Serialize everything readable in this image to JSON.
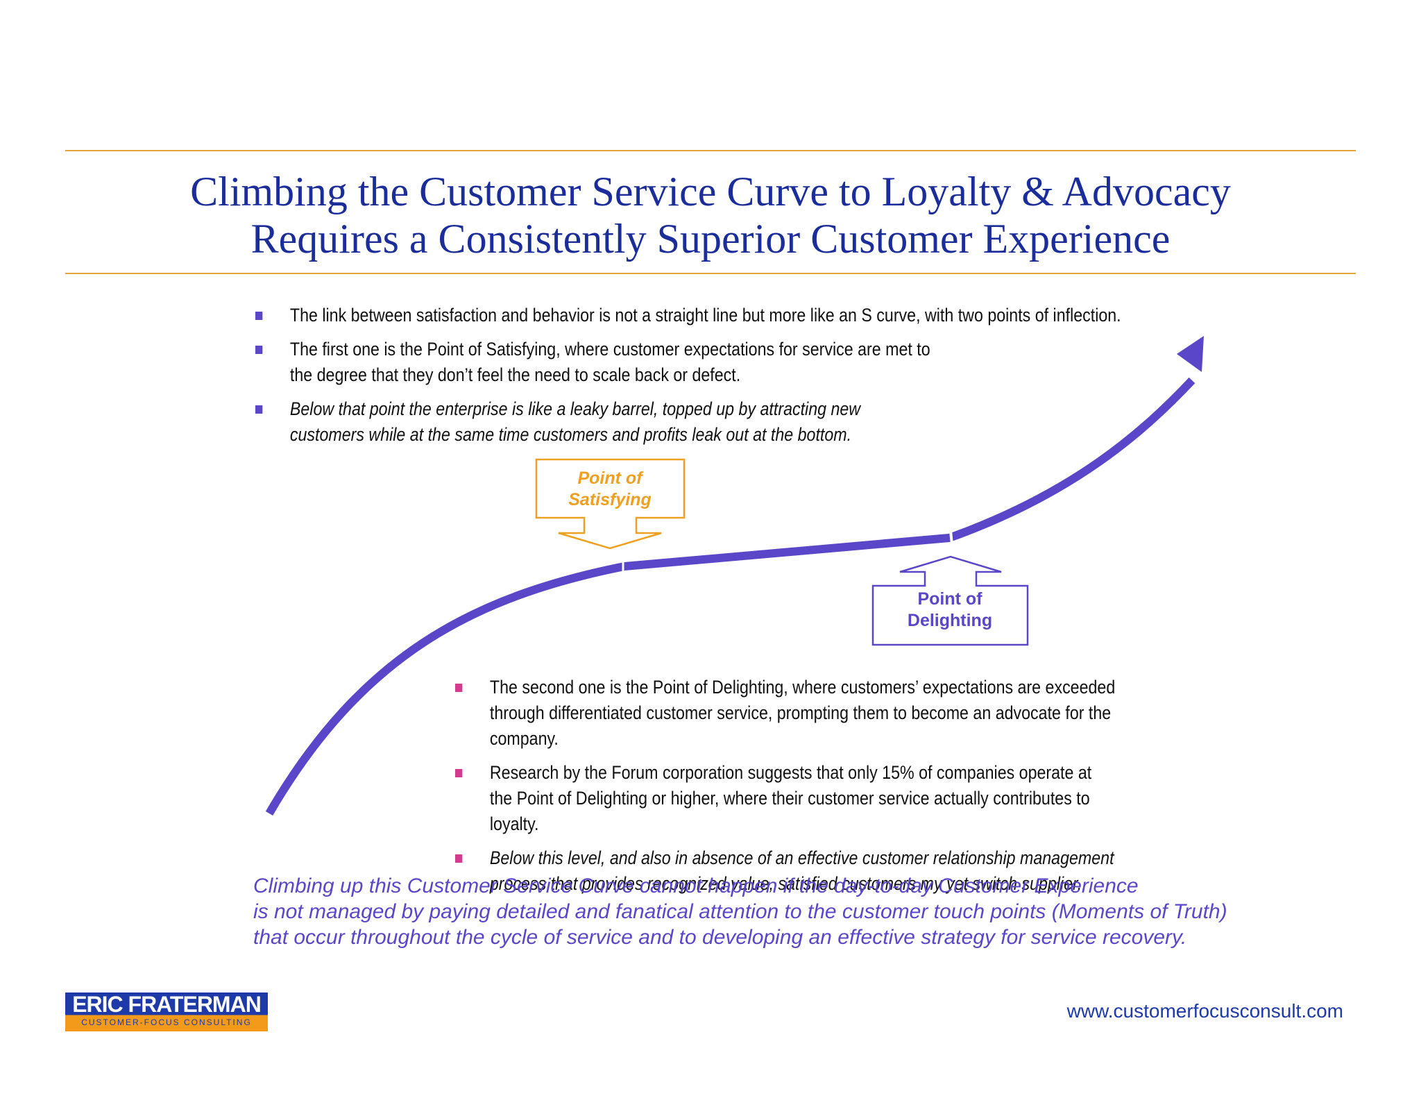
{
  "title": {
    "line1": "Climbing the Customer Service Curve to Loyalty & Advocacy",
    "line2": "Requires a Consistently Superior Customer Experience"
  },
  "bullets_top": [
    {
      "text": "The link between satisfaction and behavior is not a straight line but more like an S curve, with two points of inflection.",
      "italic": false
    },
    {
      "text": "The first one is the Point of Satisfying, where customer expectations for service are met to the degree that they don’t feel the need to scale back or defect.",
      "italic": false
    },
    {
      "text": "Below that point the enterprise is like a leaky barrel, topped up by attracting new customers while at the same time customers and profits leak out at the bottom.",
      "italic": true
    }
  ],
  "bullets_bottom": [
    {
      "text": "The second one is the Point of Delighting, where customers’ expectations are exceeded through differentiated customer service, prompting them to become an advocate for the company.",
      "italic": false
    },
    {
      "text": "Research by the Forum corporation suggests that only 15% of companies operate at the Point of Delighting or higher, where their customer service actually contributes to loyalty.",
      "italic": false
    },
    {
      "text": "Below this level, and also in absence of an effective customer relationship management process that provides recognized value, satisfied customers my yet switch supplier.",
      "italic": true
    }
  ],
  "labels": {
    "satisfying": "Point of Satisfying",
    "delighting": "Point of Delighting"
  },
  "closing": {
    "line1": "Climbing up this Customer Service Curve cannot happen if the day-to-day Customer Experience",
    "line2": "is not managed by paying detailed and fanatical attention to the customer touch points (Moments of Truth)",
    "line3": "that occur throughout the cycle of service and to developing  an effective strategy for service recovery."
  },
  "logo": {
    "name": "ERIC FRATERMAN",
    "subtitle": "CUSTOMER-FOCUS CONSULTING"
  },
  "website": "www.customerfocusconsult.com",
  "colors": {
    "title": "#1a2d9a",
    "rule": "#e3a43a",
    "curve": "#5a46c8",
    "satisfying": "#f0a020",
    "delighting": "#5a46c8",
    "bullet_top": "#5a46c8",
    "bullet_bottom": "#d63a8e"
  }
}
